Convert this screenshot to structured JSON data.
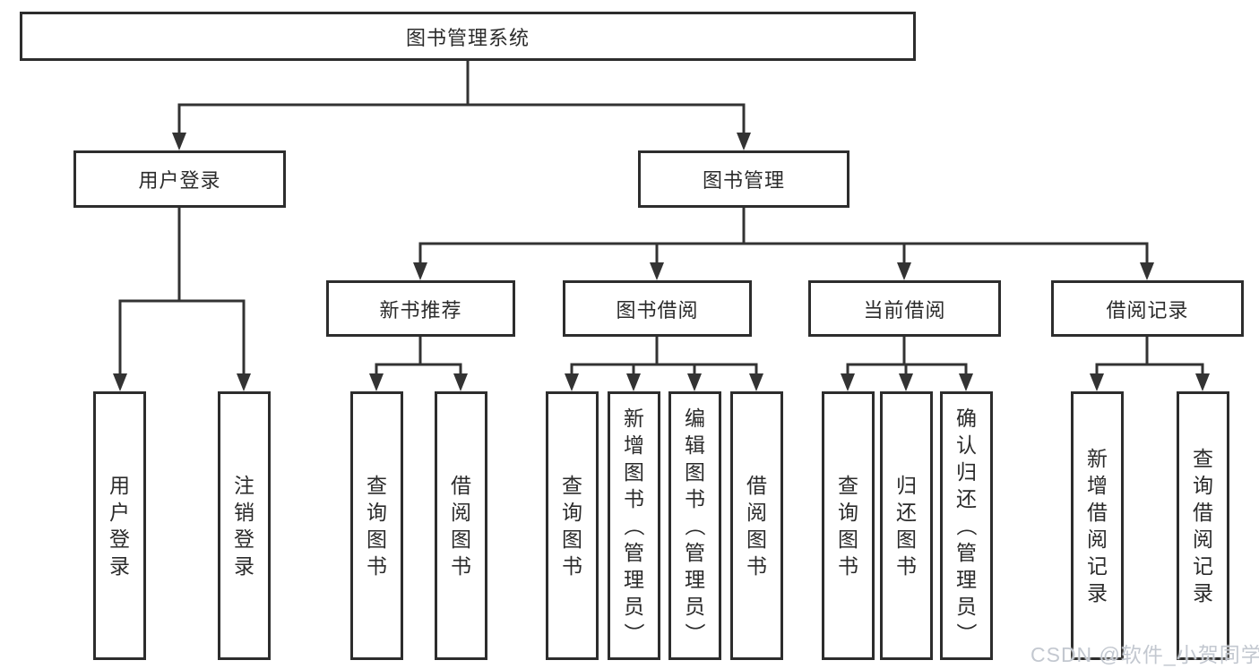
{
  "diagram": {
    "tree": {
      "label": "图书管理系统",
      "children": [
        {
          "label": "用户登录",
          "children": [
            {
              "label": "用户登录"
            },
            {
              "label": "注销登录"
            }
          ]
        },
        {
          "label": "图书管理",
          "children": [
            {
              "label": "新书推荐",
              "children": [
                {
                  "label": "查询图书"
                },
                {
                  "label": "借阅图书"
                }
              ]
            },
            {
              "label": "图书借阅",
              "children": [
                {
                  "label": "查询图书"
                },
                {
                  "label": "新增图书（管理员）"
                },
                {
                  "label": "编辑图书（管理员）"
                },
                {
                  "label": "借阅图书"
                }
              ]
            },
            {
              "label": "当前借阅",
              "children": [
                {
                  "label": "查询图书"
                },
                {
                  "label": "归还图书"
                },
                {
                  "label": "确认归还（管理员）"
                }
              ]
            },
            {
              "label": "借阅记录",
              "children": [
                {
                  "label": "新增借阅记录"
                },
                {
                  "label": "查询借阅记录"
                }
              ]
            }
          ]
        }
      ]
    }
  },
  "watermark": {
    "text": "CSDN @软件_小贺同学"
  },
  "colors": {
    "line": "#333333",
    "box_border": "#2d2d2d",
    "box_fill": "#ffffff",
    "text": "#2b2b2b",
    "watermark": "#c3c8d0",
    "background": "#ffffff"
  }
}
